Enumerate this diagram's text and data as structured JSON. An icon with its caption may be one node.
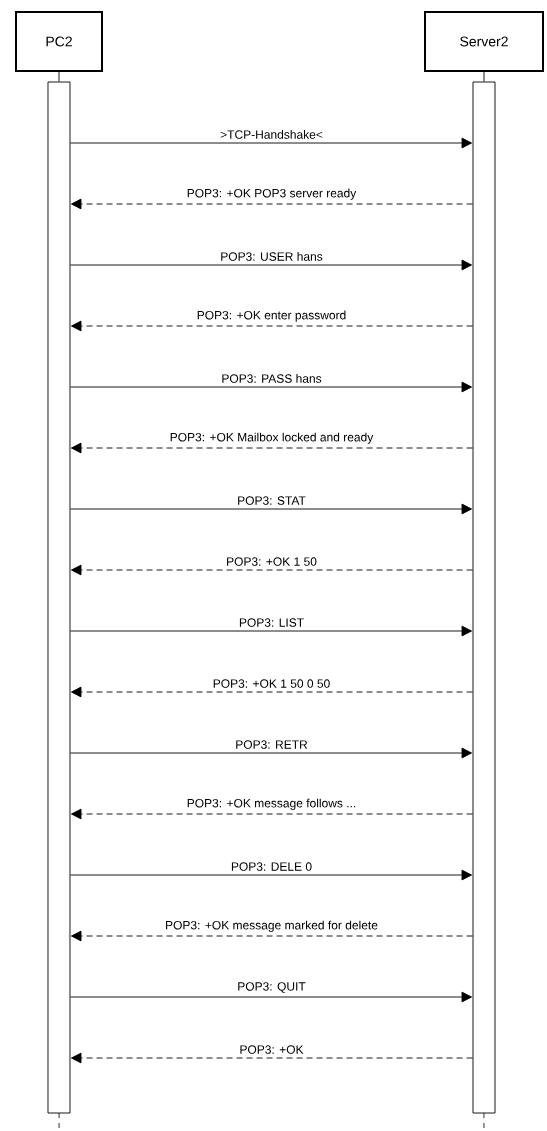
{
  "diagram": {
    "nodes": [
      {
        "text": [
          "PC2"
        ]
      },
      {
        "text": [
          "Server2"
        ]
      },
      {
        "text": [],
        "shape": "bar"
      },
      {
        "text": [],
        "shape": "bar"
      }
    ],
    "edges": [
      {
        "from": 0,
        "to": 2,
        "arrow": "none"
      },
      {
        "from": 1,
        "to": 3,
        "arrow": "none"
      },
      {
        "from": 2,
        "to": 3,
        "arrow": "to",
        "label": ">TCP-Handshake<"
      },
      {
        "from": 3,
        "to": 2,
        "arrow": "to",
        "style": "dashed",
        "label": "POP3: +OK POP3 server ready"
      },
      {
        "from": 2,
        "to": 3,
        "arrow": "to",
        "label": "POP3: USER hans"
      },
      {
        "from": 3,
        "to": 2,
        "arrow": "to",
        "style": "dashed",
        "label": "POP3: +OK enter password"
      },
      {
        "from": 2,
        "to": 3,
        "arrow": "to",
        "label": "POP3: PASS hans"
      },
      {
        "from": 3,
        "to": 2,
        "arrow": "to",
        "style": "dashed",
        "label": "POP3: +OK Mailbox locked and ready"
      },
      {
        "from": 2,
        "to": 3,
        "arrow": "to",
        "label": "POP3: STAT"
      },
      {
        "from": 3,
        "to": 2,
        "arrow": "to",
        "style": "dashed",
        "label": "POP3: +OK 1 50"
      },
      {
        "from": 2,
        "to": 3,
        "arrow": "to",
        "label": "POP3: LIST"
      },
      {
        "from": 3,
        "to": 2,
        "arrow": "to",
        "style": "dashed",
        "label": "POP3: +OK 1 50 0 50"
      },
      {
        "from": 2,
        "to": 3,
        "arrow": "to",
        "label": "POP3: RETR"
      },
      {
        "from": 3,
        "to": 2,
        "arrow": "to",
        "style": "dashed",
        "label": "POP3: +OK message follows ..."
      },
      {
        "from": 2,
        "to": 3,
        "arrow": "to",
        "label": "POP3: DELE 0"
      },
      {
        "from": 3,
        "to": 2,
        "arrow": "to",
        "style": "dashed",
        "label": "POP3: +OK message marked for delete"
      },
      {
        "from": 2,
        "to": 3,
        "arrow": "to",
        "label": "POP3: QUIT"
      },
      {
        "from": 3,
        "to": 2,
        "arrow": "to",
        "style": "dashed",
        "label": "POP3: +OK"
      }
    ]
  }
}
